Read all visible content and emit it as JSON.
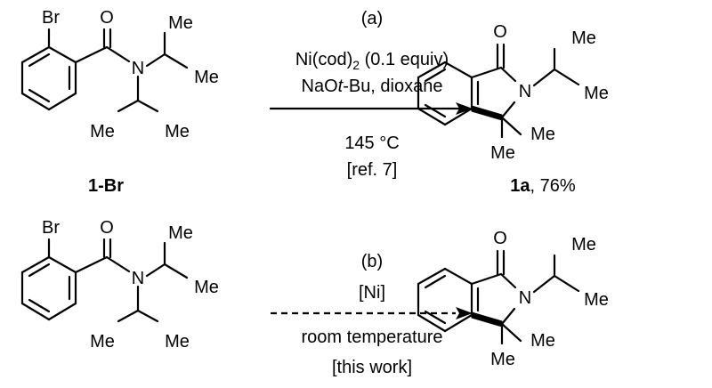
{
  "atoms": {
    "br": "Br",
    "o": "O",
    "n": "N",
    "me": "Me"
  },
  "reaction_a": {
    "label": "(a)",
    "catalyst": "Ni(cod)",
    "catalyst_sub": "2",
    "catalyst_amount": " (0.1 equiv)",
    "base_pre": "NaO",
    "base_italic": "t",
    "base_post": "-Bu, dioxane",
    "temperature": "145 °C",
    "reference": "[ref. 7]",
    "reactant_label": "1-Br",
    "product_label_bold": "1a",
    "product_yield": ", 76%"
  },
  "reaction_b": {
    "label": "(b)",
    "catalyst": "[Ni]",
    "temperature": "room temperature",
    "reference": "[this work]"
  }
}
